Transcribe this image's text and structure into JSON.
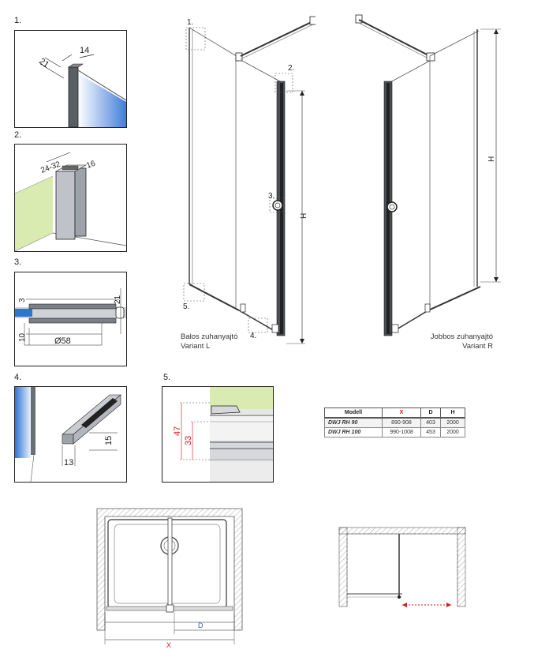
{
  "detail_labels": [
    "1.",
    "2.",
    "3.",
    "4.",
    "5."
  ],
  "callouts": {
    "c1": "1.",
    "c2": "2.",
    "c3": "3.",
    "c4": "4.",
    "c5": "5."
  },
  "dims": {
    "d1_a": "21",
    "d1_b": "14",
    "d2_a": "24-32",
    "d2_b": "16",
    "d3_a": "3",
    "d3_b": "21",
    "d3_c": "10",
    "d3_d": "Ø58",
    "d4_a": "15",
    "d4_b": "13",
    "d5_a": "47",
    "d5_b": "33",
    "h_left": "H",
    "h_right": "H",
    "plan_x": "X",
    "plan_d": "D"
  },
  "variants": {
    "left_line1": "Balos zuhanyajtó",
    "left_line2": "Variant L",
    "right_line1": "Jobbos zuhanyajtó",
    "right_line2": "Variant R"
  },
  "table": {
    "headers": [
      "Modell",
      "X",
      "D",
      "H"
    ],
    "rows": [
      [
        "DWJ RH 90",
        "890-908",
        "403",
        "2000"
      ],
      [
        "DWJ RH 100",
        "990-1008",
        "453",
        "2000"
      ]
    ]
  },
  "colors": {
    "accent_red": "#d11a1a",
    "glass_blue": "#3f7fd9",
    "wall_green": "#d9ebb0",
    "frame_gray": "#555555"
  }
}
